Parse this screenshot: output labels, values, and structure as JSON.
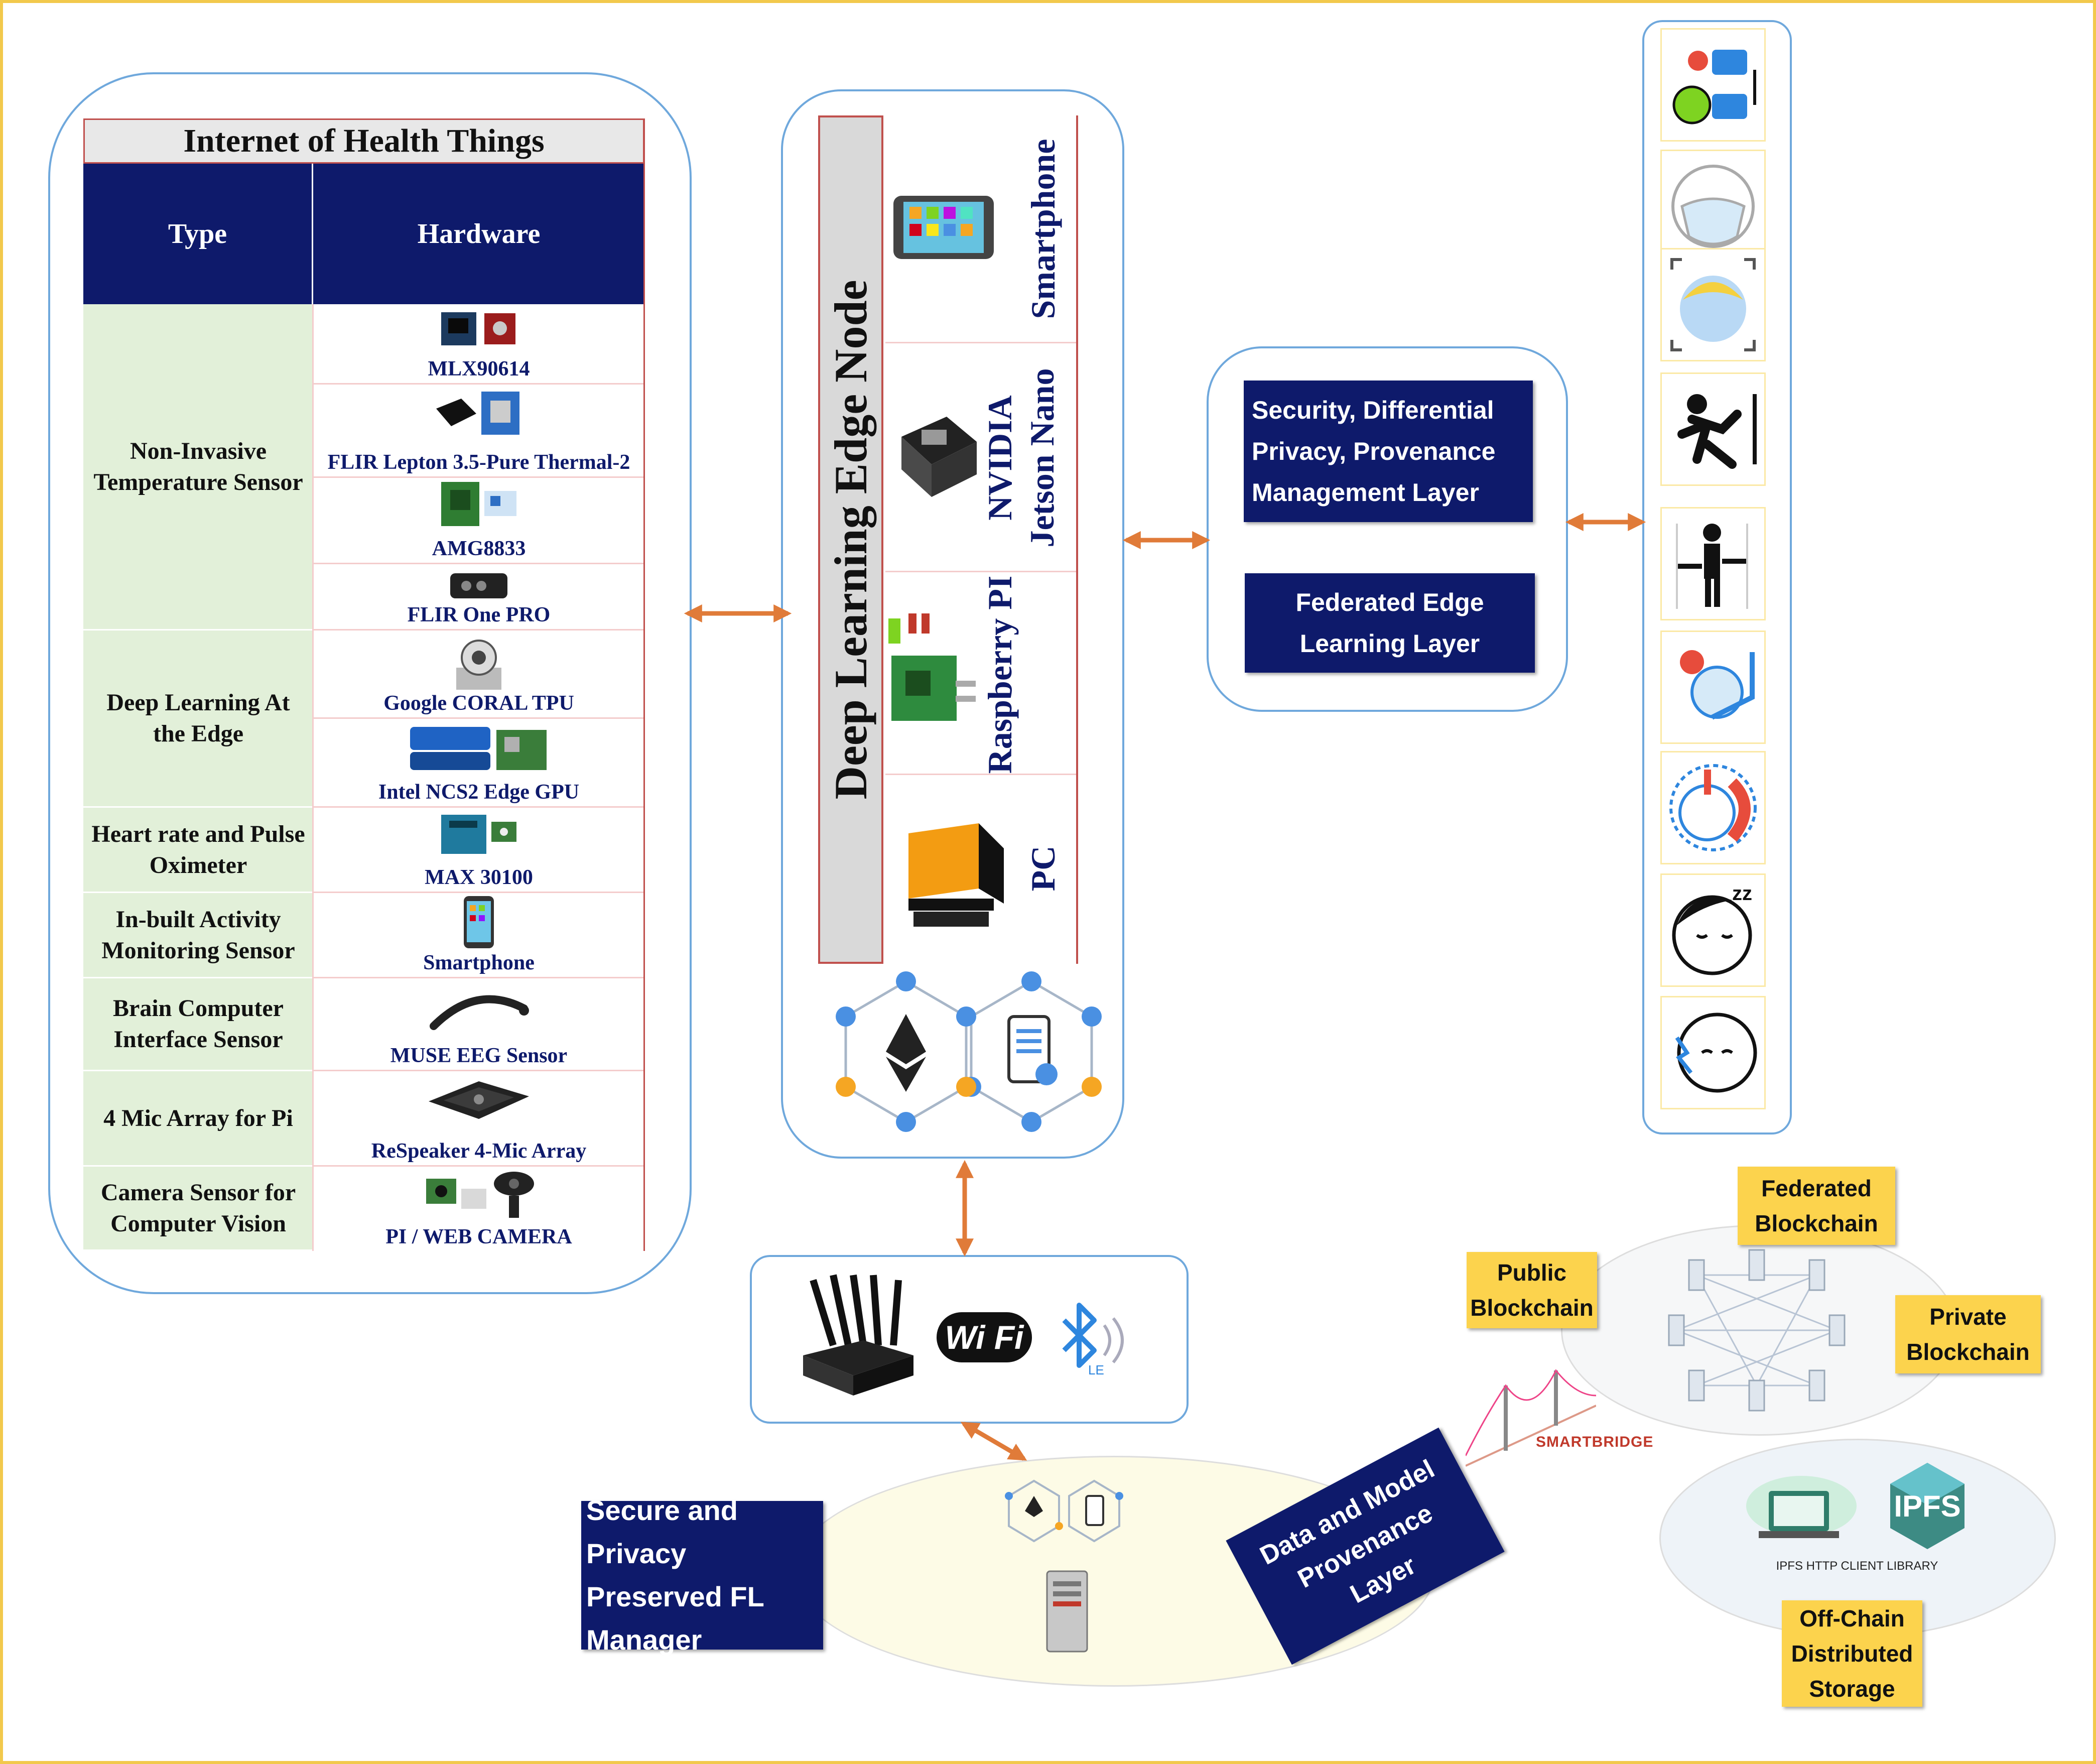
{
  "ioht": {
    "title": "Internet of Health Things",
    "col_type": "Type",
    "col_hardware": "Hardware",
    "rows": [
      {
        "type": "Non-Invasive Temperature Sensor"
      },
      {
        "type": "Deep Learning At the Edge"
      },
      {
        "type": "Heart rate and Pulse Oximeter"
      },
      {
        "type": "In-built Activity Monitoring Sensor"
      },
      {
        "type": "Brain Computer Interface Sensor"
      },
      {
        "type": "4 Mic Array for Pi"
      },
      {
        "type": "Camera Sensor for Computer Vision"
      }
    ],
    "hardware": [
      "MLX90614",
      "FLIR Lepton 3.5-Pure Thermal-2",
      "AMG8833",
      "FLIR One PRO",
      "Google CORAL TPU",
      "Intel NCS2 Edge GPU",
      "MAX 30100",
      "Smartphone",
      "MUSE EEG Sensor",
      "ReSpeaker 4-Mic Array",
      "PI / WEB CAMERA"
    ]
  },
  "edge_node": {
    "title": "Deep Learning Edge Node",
    "devices": [
      "Smartphone",
      "NVIDIA Jetson Nano",
      "Raspberry PI",
      "PC"
    ]
  },
  "layers": {
    "security": "Security, Differential Privacy, Provenance Management Layer",
    "federated": "Federated Edge Learning Layer"
  },
  "connectivity": {
    "wifi": "Wi Fi",
    "ble": "LE"
  },
  "fl_manager": "Secure and Privacy Preserved FL Manager",
  "provenance": "Data and Model Provenance Layer",
  "smartbridge": "SMARTBRIDGE",
  "blockchain": {
    "federated": "Federated Blockchain",
    "public": "Public Blockchain",
    "private": "Private Blockchain"
  },
  "storage": {
    "ipfs": "IPFS",
    "ipfs_lib": "IPFS HTTP CLIENT LIBRARY",
    "offchain": "Off-Chain Distributed Storage"
  },
  "colors": {
    "navy": "#0e1a6b",
    "panel_border": "#6fa8dc",
    "arrow": "#e07b39",
    "label_yellow": "#fcd34d",
    "type_green": "#e2f0d9"
  },
  "health_icons": [
    "social-distancing-icon",
    "face-mask-icon",
    "face-detection-icon",
    "fall-detection-icon",
    "gait-analysis-icon",
    "cough-icon",
    "fever-icon",
    "sleep-icon",
    "headache-icon"
  ]
}
